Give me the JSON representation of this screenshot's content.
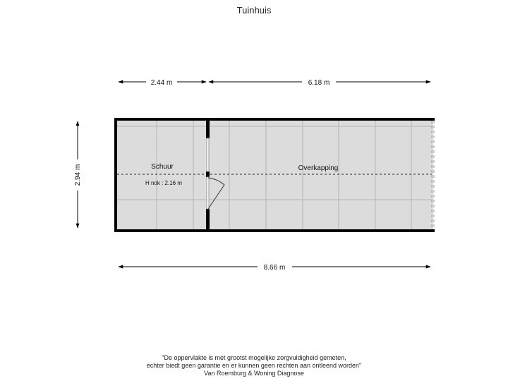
{
  "title": "Tuinhuis",
  "dimensions": {
    "top_left": "2.44 m",
    "top_right": "6.18 m",
    "left": "2.94 m",
    "bottom": "8.66 m"
  },
  "rooms": {
    "schuur": {
      "name": "Schuur",
      "note": "H nok : 2.16 m"
    },
    "overkapping": {
      "name": "Overkapping"
    }
  },
  "footer": {
    "line1": "\"De oppervlakte is met grootst mogelijke zorgvuldigheid gemeten,",
    "line2": "echter biedt geen garantie en er kunnen geen rechten aan ontleend worden\"",
    "line3": "Van Roemburg & Woning Diagnose"
  },
  "colors": {
    "wall": "#000000",
    "floor": "#dcdcdc",
    "tile_line": "#b5b5b5",
    "door_frame": "#9a9a9a"
  }
}
